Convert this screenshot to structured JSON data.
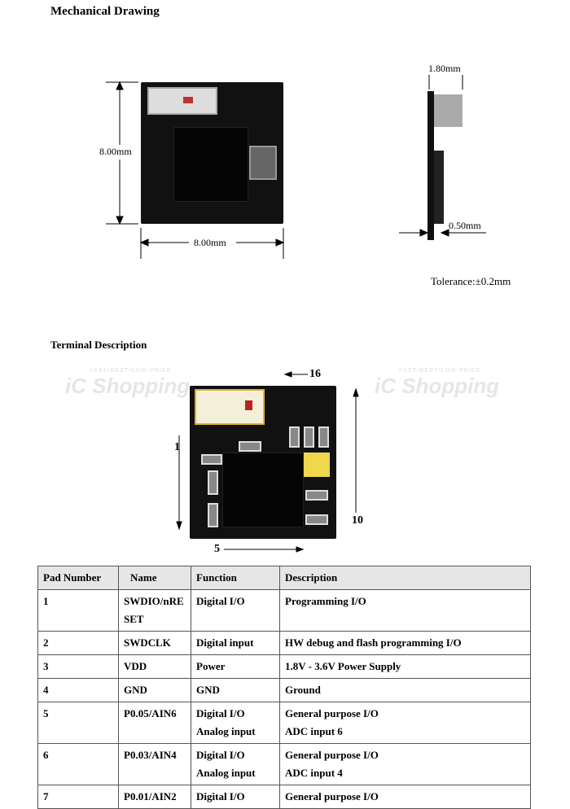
{
  "mechanical": {
    "title": "Mechanical Drawing",
    "height_label": "8.00mm",
    "width_label": "8.00mm",
    "thickness_label": "1.80mm",
    "pcb_label": "0.50mm",
    "tolerance": "Tolerance:±0.2mm"
  },
  "terminal": {
    "title": "Terminal Description",
    "pin16": "16",
    "pin1": "1",
    "pin10": "10",
    "pin5": "5"
  },
  "watermark": {
    "tagline": "FAST•BEST•LOW-PRICE",
    "brand": "iC Shopping"
  },
  "table": {
    "headers": [
      "Pad Number",
      "Name",
      "Function",
      "Description"
    ],
    "rows": [
      {
        "pad": "1",
        "name": "SWDIO/nRESET",
        "function": "Digital I/O",
        "description": "Programming I/O"
      },
      {
        "pad": "2",
        "name": "SWDCLK",
        "function": "Digital input",
        "description": "HW debug and flash programming I/O"
      },
      {
        "pad": "3",
        "name": "VDD",
        "function": "Power",
        "description": "1.8V - 3.6V Power Supply"
      },
      {
        "pad": "4",
        "name": "GND",
        "function": "GND",
        "description": "Ground"
      },
      {
        "pad": "5",
        "name": "P0.05/AIN6",
        "function": "Digital I/O",
        "function2": "Analog input",
        "description": "General purpose I/O",
        "description2": "ADC input 6"
      },
      {
        "pad": "6",
        "name": "P0.03/AIN4",
        "function": "Digital I/O",
        "function2": "Analog input",
        "description": "General purpose I/O",
        "description2": "ADC input 4"
      },
      {
        "pad": "7",
        "name": "P0.01/AIN2",
        "function": "Digital I/O",
        "description": "General purpose I/O"
      }
    ]
  }
}
